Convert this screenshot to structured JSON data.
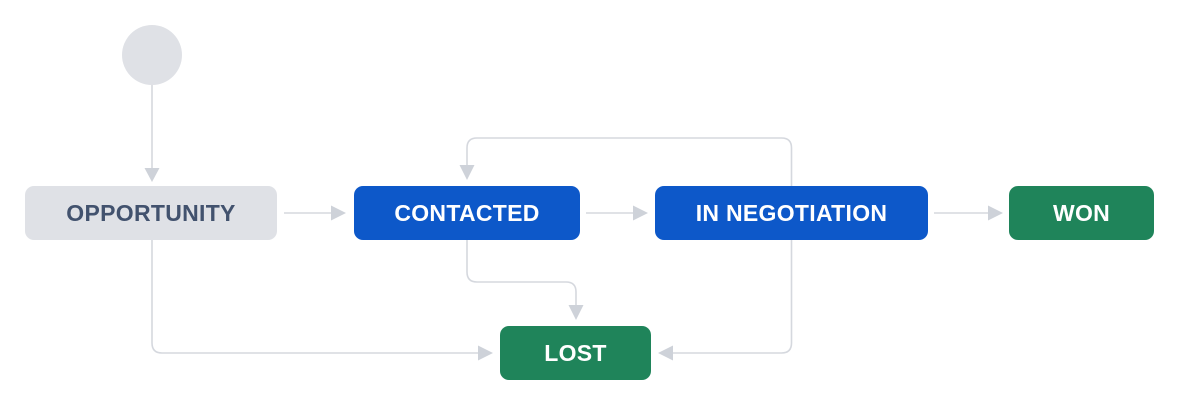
{
  "workflow": {
    "nodes": {
      "start": {
        "type": "initial-node",
        "label": ""
      },
      "opportunity": {
        "label": "OPPORTUNITY",
        "category": "todo",
        "status_color": "#dfe1e6",
        "text_color": "#42526e"
      },
      "contacted": {
        "label": "CONTACTED",
        "category": "in-progress",
        "status_color": "#0d58c9",
        "text_color": "#ffffff"
      },
      "in_negotiation": {
        "label": "IN NEGOTIATION",
        "category": "in-progress",
        "status_color": "#0d58c9",
        "text_color": "#ffffff"
      },
      "won": {
        "label": "WON",
        "category": "done",
        "status_color": "#1f845a",
        "text_color": "#ffffff"
      },
      "lost": {
        "label": "LOST",
        "category": "done",
        "status_color": "#1f845a",
        "text_color": "#ffffff"
      }
    },
    "transitions": [
      {
        "from": "start",
        "to": "opportunity"
      },
      {
        "from": "opportunity",
        "to": "contacted"
      },
      {
        "from": "contacted",
        "to": "in_negotiation"
      },
      {
        "from": "in_negotiation",
        "to": "won"
      },
      {
        "from": "in_negotiation",
        "to": "contacted"
      },
      {
        "from": "opportunity",
        "to": "lost"
      },
      {
        "from": "contacted",
        "to": "lost"
      },
      {
        "from": "in_negotiation",
        "to": "lost"
      }
    ],
    "connector_color": "#d5d8de",
    "arrowhead_color": "#ced2d9",
    "background_color": "#ffffff"
  }
}
